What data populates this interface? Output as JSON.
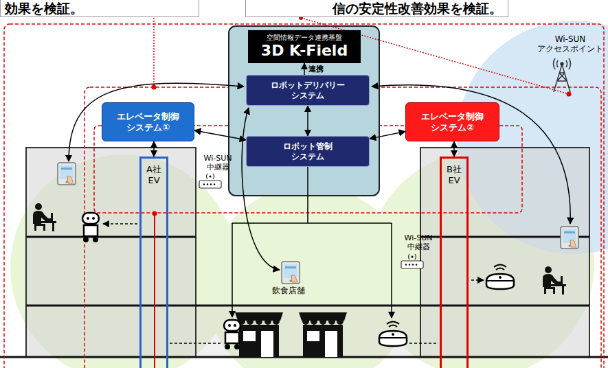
{
  "diagram": {
    "nodes": [
      {
        "text": [
          "効果を検証。"
        ]
      },
      {
        "text": [
          "信の安定性改善効果を検証。"
        ]
      },
      {
        "text": [
          "空間情報データ連携基盤",
          "3D K-Field"
        ]
      },
      {
        "text": [
          "ロボットデリバリー システム"
        ]
      },
      {
        "text": [
          "ロボット管制 システム"
        ]
      },
      {
        "text": [
          "エレベータ制御 システム①"
        ]
      },
      {
        "text": [
          "エレベータ制御 システム②"
        ]
      },
      {
        "text": [
          "A社 EV"
        ]
      },
      {
        "text": [
          "B社 EV"
        ]
      }
    ],
    "edges": [
      {
        "from": 3,
        "to": 2,
        "arrow": "to",
        "label": "連携"
      },
      {
        "from": 3,
        "to": 4,
        "arrow": "both"
      },
      {
        "from": 5,
        "to": 4,
        "arrow": "both"
      },
      {
        "from": 6,
        "to": 4,
        "arrow": "both"
      },
      {
        "from": 5,
        "to": 7,
        "arrow": "both"
      },
      {
        "from": 6,
        "to": 8,
        "arrow": "both"
      }
    ],
    "labels": [
      "Wi-SUN 中継器",
      "Wi-SUN 中継器",
      "Wi-SUN アクセスポイント",
      "飲食店舗"
    ]
  }
}
